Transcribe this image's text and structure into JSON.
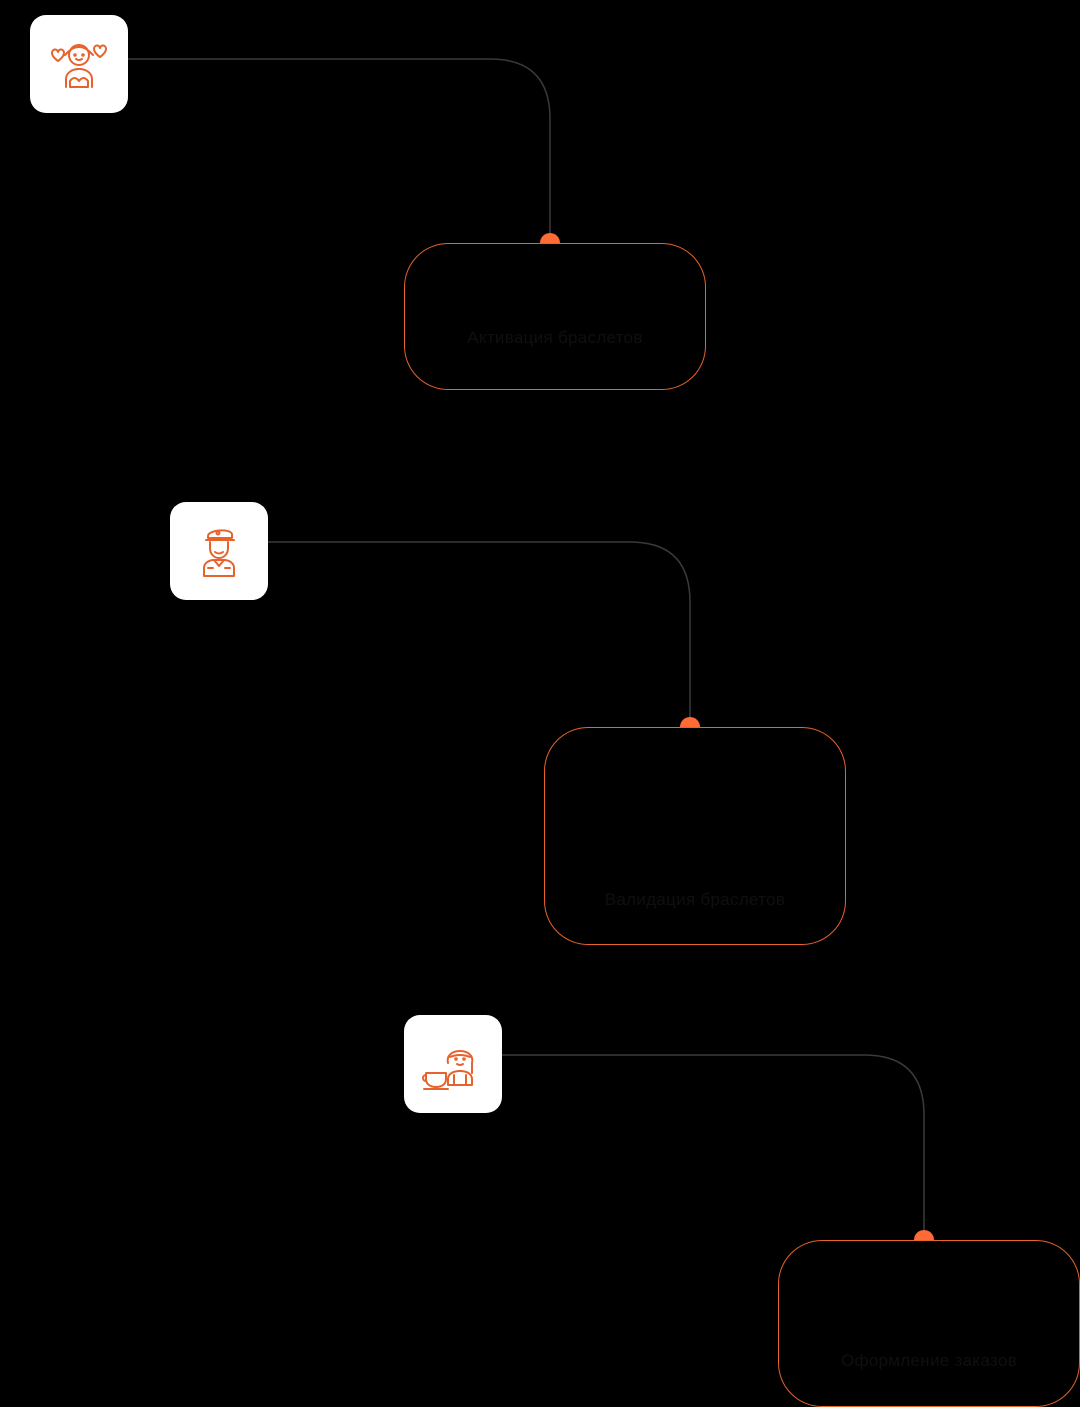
{
  "colors": {
    "background": "#000000",
    "accent": "#ff6b35",
    "card_border": "#e8622c",
    "connector": "#3a3a3a",
    "icon_stroke": "#e8622c",
    "label_text": "#0f0f0f"
  },
  "steps": [
    {
      "icon": "visitor-girl-heart-icon",
      "label": "Активация браслетов"
    },
    {
      "icon": "security-guard-icon",
      "label": "Валидация браслетов"
    },
    {
      "icon": "barista-cup-icon",
      "label": "Оформление заказов"
    }
  ]
}
